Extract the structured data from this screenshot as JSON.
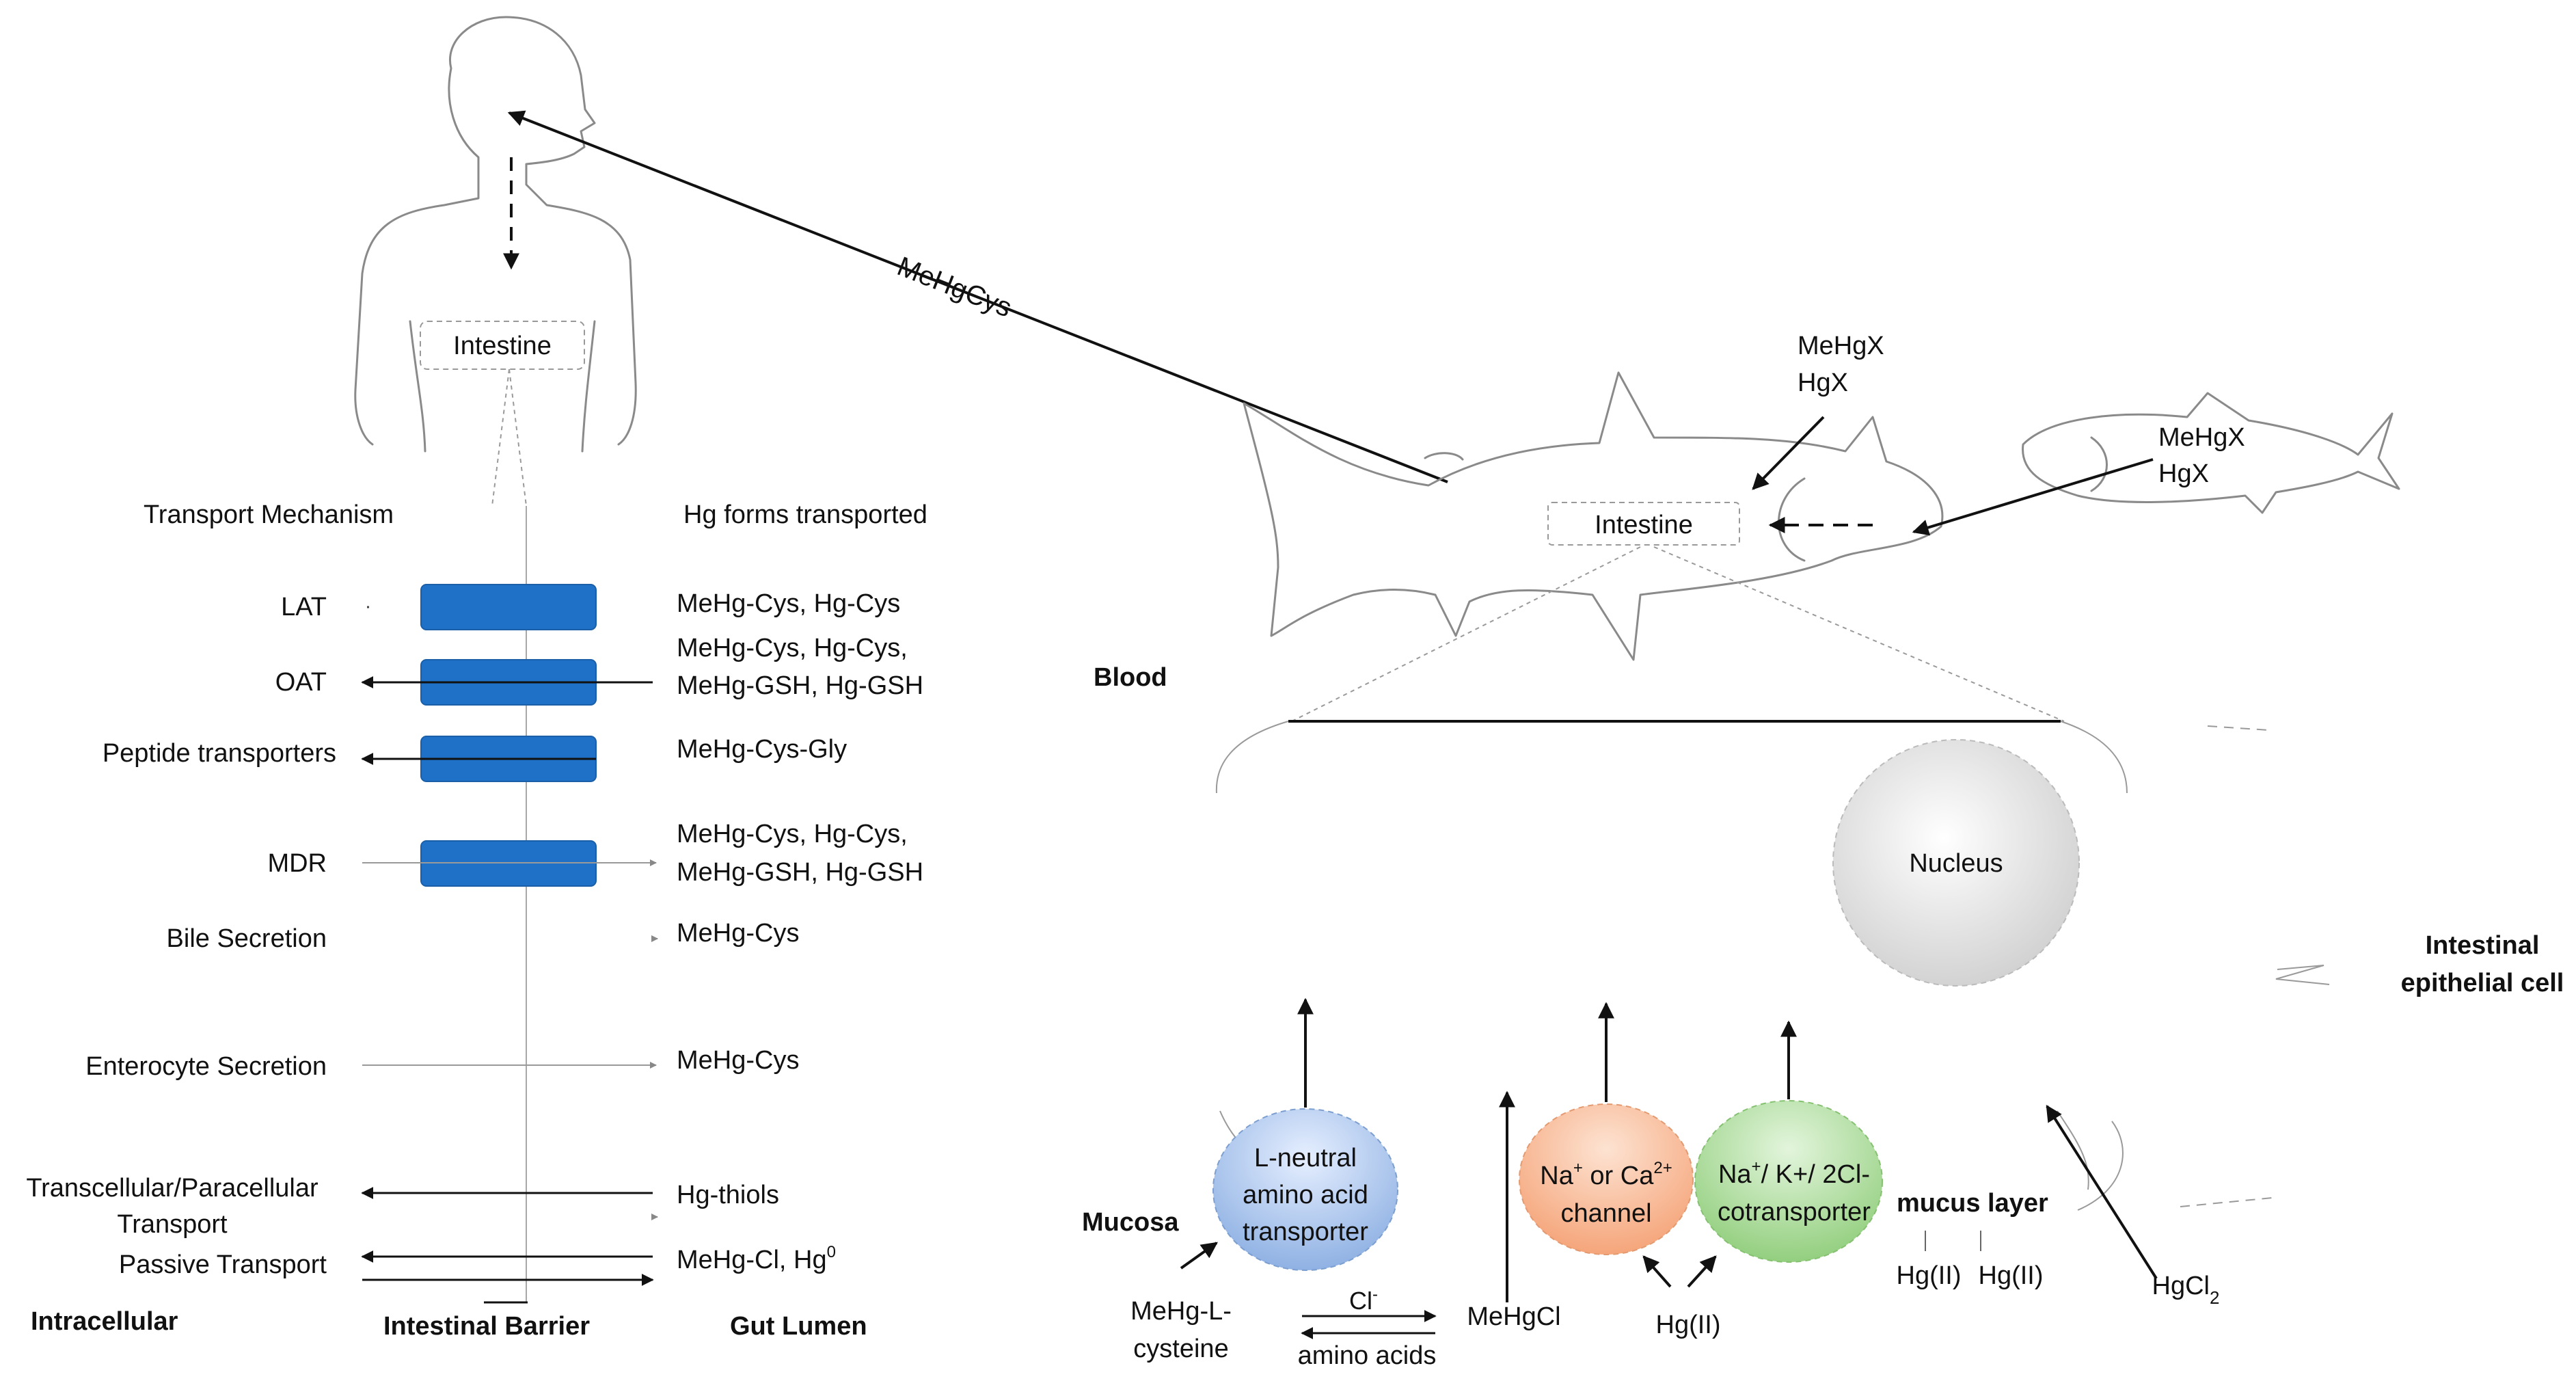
{
  "human": {
    "intestine_label": "Intestine"
  },
  "route": {
    "label": "MeHgCys"
  },
  "fish": {
    "large_label_1": "MeHgX",
    "large_label_2": "HgX",
    "small_label_1": "MeHgX",
    "small_label_2": "HgX",
    "intestine_label": "Intestine"
  },
  "transport_table": {
    "header_mechanism": "Transport Mechanism",
    "header_forms": "Hg forms transported",
    "rows": [
      {
        "mechanism": "LAT",
        "forms_1": "MeHg-Cys, Hg-Cys",
        "forms_2": ""
      },
      {
        "mechanism": "OAT",
        "forms_1": "MeHg-Cys, Hg-Cys,",
        "forms_2": "MeHg-GSH, Hg-GSH"
      },
      {
        "mechanism": "Peptide transporters",
        "forms_1": "MeHg-Cys-Gly",
        "forms_2": ""
      },
      {
        "mechanism": "MDR",
        "forms_1": "MeHg-Cys, Hg-Cys,",
        "forms_2": "MeHg-GSH, Hg-GSH"
      },
      {
        "mechanism": "Bile Secretion",
        "forms_1": "MeHg-Cys",
        "forms_2": ""
      },
      {
        "mechanism": "Enterocyte Secretion",
        "forms_1": "MeHg-Cys",
        "forms_2": ""
      },
      {
        "mechanism_1": "Transcellular/Paracellular",
        "mechanism_2": "Transport",
        "forms_1": "Hg-thiols"
      },
      {
        "mechanism": "Passive Transport",
        "forms_base": "MeHg-Cl, Hg",
        "forms_sup": "0"
      }
    ],
    "footer": {
      "intracellular": "Intracellular",
      "barrier": "Intestinal Barrier",
      "lumen": "Gut Lumen"
    }
  },
  "cell": {
    "blood": "Blood",
    "mucosa": "Mucosa",
    "nucleus": "Nucleus",
    "epithelial_1": "Intestinal",
    "epithelial_2": "epithelial cell",
    "mucus": "mucus layer",
    "lat_1": "L-neutral",
    "lat_2": "amino acid",
    "lat_3": "transporter",
    "channel_na": "Na",
    "channel_plus": "+",
    "channel_or": " or Ca",
    "channel_ca_sup": "2+",
    "channel_2": "channel",
    "cotr_na": "Na",
    "cotr_plus": "+",
    "cotr_rest": "/ K+/ 2Cl-",
    "cotr_2": "cotransporter",
    "mehg_lcys_1": "MeHg-L-",
    "mehg_lcys_2": "cysteine",
    "cl": "Cl",
    "cl_sup": "-",
    "amino_acids": "amino acids",
    "mehgcl": "MeHgCl",
    "hg2_a": "Hg(II)",
    "hg2_b": "Hg(II)",
    "hg2_c": "Hg(II)",
    "hgcl2_base": "HgCl",
    "hgcl2_sub": "2"
  },
  "colors": {
    "transporter_blue": "#1f70c7",
    "lat_blue": "#a9c4ea",
    "channel_orange": "#f6b58f",
    "cotransporter_green": "#a9d99a",
    "nucleus_grey": "#dcdcdc"
  }
}
